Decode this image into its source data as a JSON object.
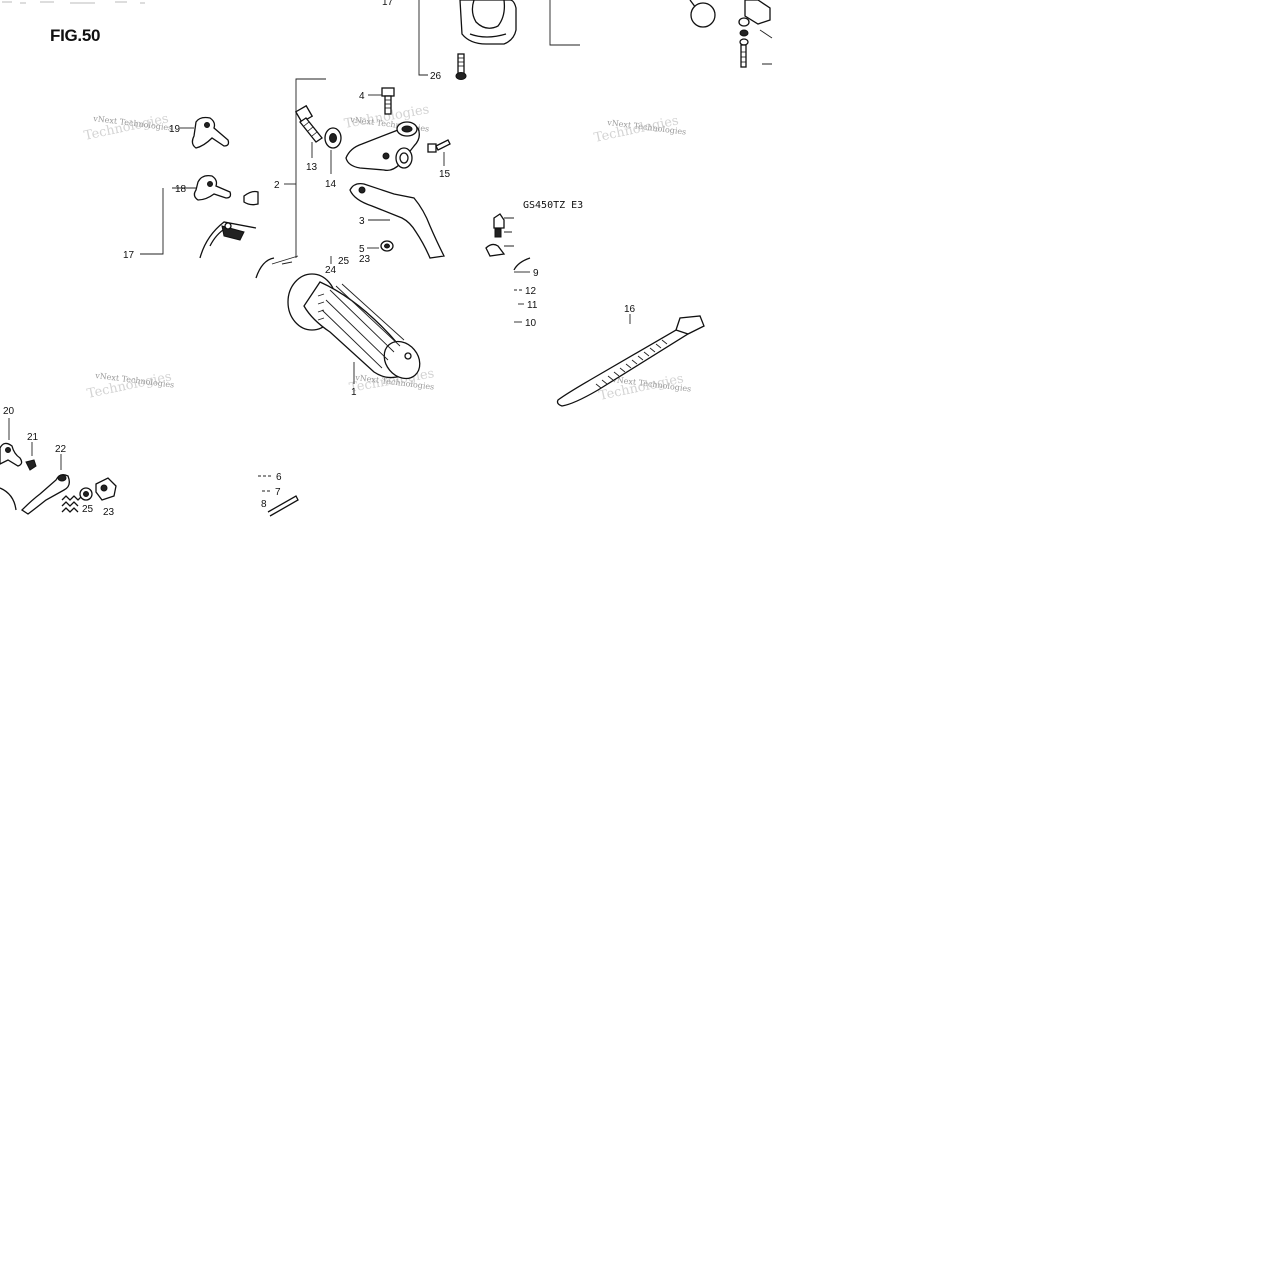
{
  "figure": {
    "title": "FIG.50",
    "model_label": "GS450TZ E3"
  },
  "watermarks": [
    "vNext Technologies",
    "vNext Technologies",
    "vNext Technologies",
    "vNext Technologies",
    "vNext Technologies",
    "vNext Technologies"
  ],
  "callouts": {
    "c1_top": "17",
    "c2": "2",
    "c3": "3",
    "c4": "4",
    "c5": "5",
    "c6": "6",
    "c7": "7",
    "c8": "8",
    "c9": "9",
    "c10": "10",
    "c11": "11",
    "c12": "12",
    "c13": "13",
    "c14": "14",
    "c15": "15",
    "c16": "16",
    "c17": "17",
    "c18": "18",
    "c19": "19",
    "c20": "20",
    "c21": "21",
    "c22": "22",
    "c23a": "23",
    "c23b": "23",
    "c24": "24",
    "c25a": "25",
    "c25b": "25",
    "c26": "26",
    "c1": "1"
  }
}
